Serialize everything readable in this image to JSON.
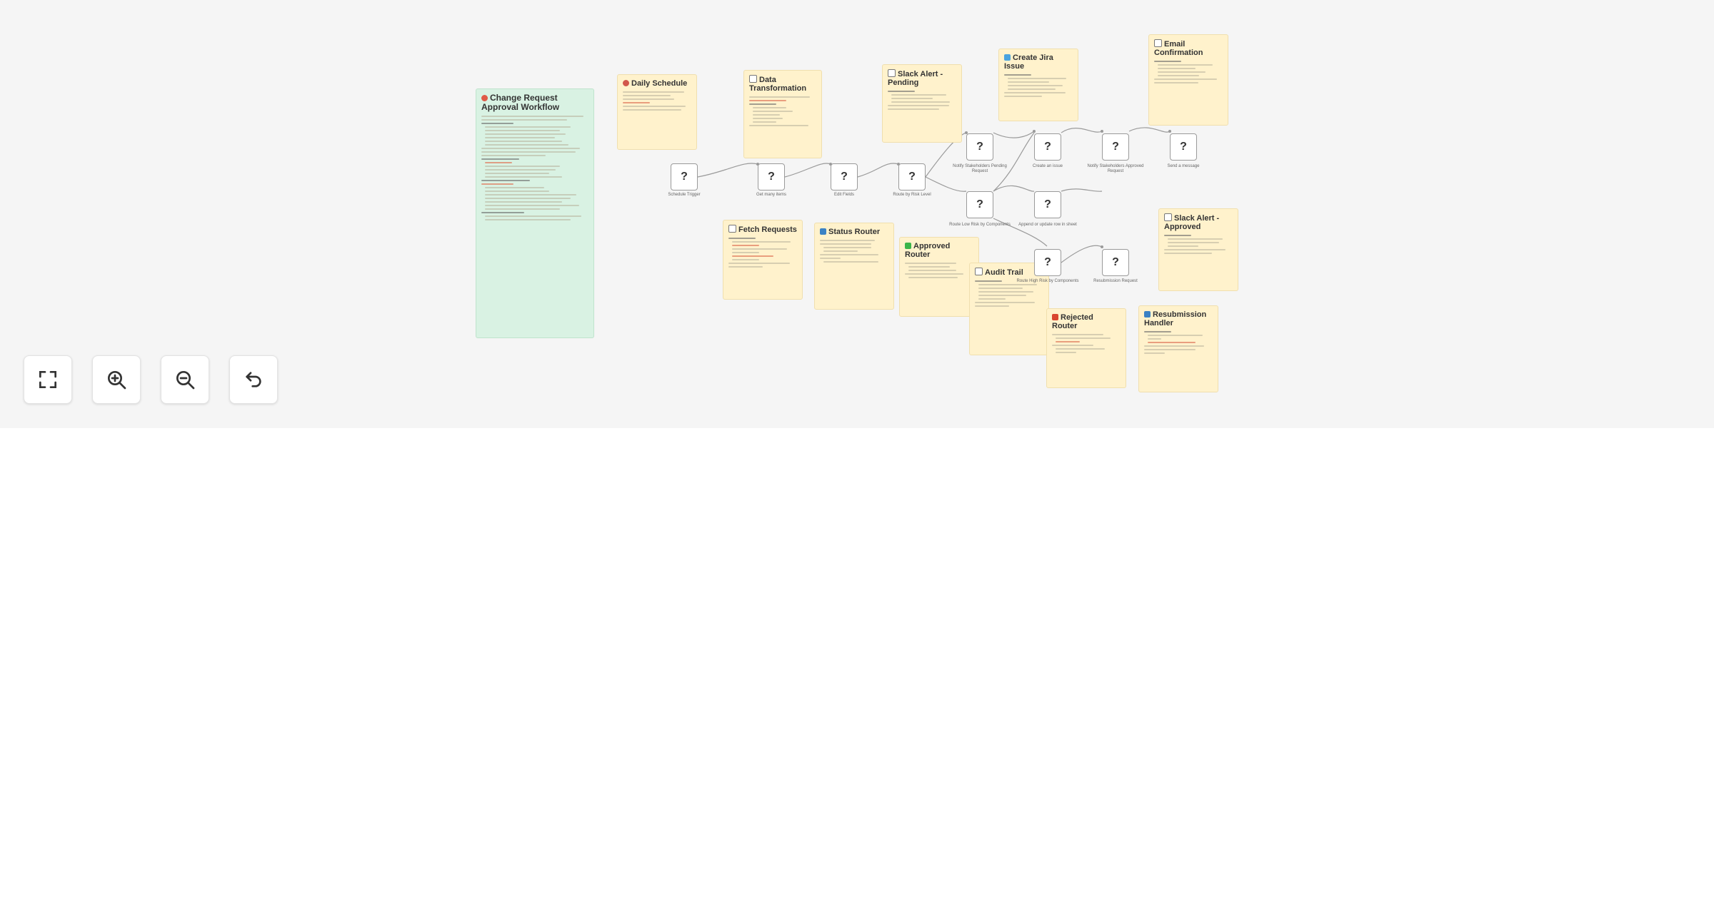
{
  "canvas": {
    "background": "#f5f5f5"
  },
  "controls": {
    "fit_icon": "fullscreen-icon",
    "zoom_in_icon": "zoom-in-icon",
    "zoom_out_icon": "zoom-out-icon",
    "reset_icon": "undo-icon"
  },
  "notes": {
    "overview": {
      "title": "Change Request Approval Workflow",
      "color": "#d9f2e3"
    },
    "daily_schedule": {
      "title": "Daily Schedule"
    },
    "data_transformation": {
      "title": "Data Transformation"
    },
    "slack_pending": {
      "title": "Slack Alert - Pending"
    },
    "create_jira": {
      "title": "Create Jira Issue"
    },
    "email_confirmation": {
      "title": "Email Confirmation"
    },
    "fetch_requests": {
      "title": "Fetch Requests"
    },
    "status_router": {
      "title": "Status Router"
    },
    "approved_router": {
      "title": "Approved Router"
    },
    "audit_trail": {
      "title": "Audit Trail"
    },
    "slack_approved": {
      "title": "Slack Alert - Approved"
    },
    "rejected_router": {
      "title": "Rejected Router"
    },
    "resubmission_handler": {
      "title": "Resubmission Handler"
    }
  },
  "nodes": {
    "n1": {
      "glyph": "?",
      "label": "Schedule Trigger"
    },
    "n2": {
      "glyph": "?",
      "label": "Get many items"
    },
    "n3": {
      "glyph": "?",
      "label": "Edit Fields"
    },
    "n4": {
      "glyph": "?",
      "label": "Route by Risk Level"
    },
    "n5": {
      "glyph": "?",
      "label": "Notify Stakeholders Pending Request"
    },
    "n6": {
      "glyph": "?",
      "label": "Create an issue"
    },
    "n7": {
      "glyph": "?",
      "label": "Notify Stakeholders Approved Request"
    },
    "n8": {
      "glyph": "?",
      "label": "Send a message"
    },
    "n9": {
      "glyph": "?",
      "label": "Route Low Risk by Components"
    },
    "n10": {
      "glyph": "?",
      "label": "Append or update row in sheet"
    },
    "n11": {
      "glyph": "?",
      "label": "Route High Risk by Components"
    },
    "n12": {
      "glyph": "?",
      "label": "Resubmission Request"
    }
  }
}
